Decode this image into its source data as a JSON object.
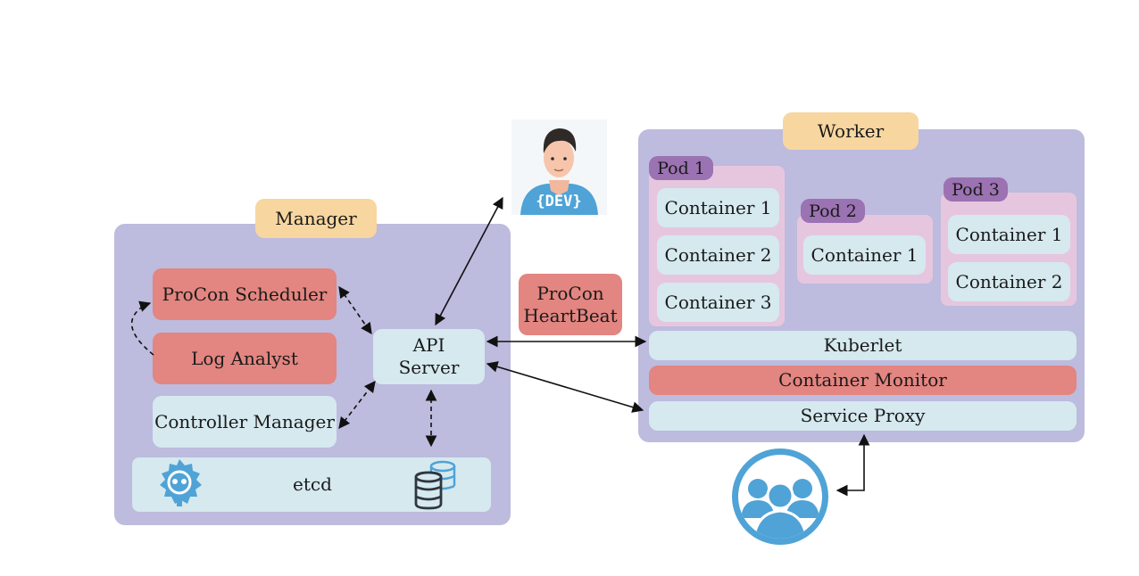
{
  "manager": {
    "label": "Manager",
    "procon_scheduler": "ProCon Scheduler",
    "log_analyst": "Log Analyst",
    "controller_manager": "Controller Manager",
    "api_server": "API\nServer",
    "etcd": "etcd"
  },
  "heartbeat": "ProCon\nHeartBeat",
  "worker": {
    "label": "Worker",
    "pods": [
      {
        "label": "Pod 1",
        "containers": [
          "Container 1",
          "Container 2",
          "Container 3"
        ]
      },
      {
        "label": "Pod 2",
        "containers": [
          "Container 1"
        ]
      },
      {
        "label": "Pod 3",
        "containers": [
          "Container 1",
          "Container 2"
        ]
      }
    ],
    "kuberlet": "Kuberlet",
    "container_monitor": "Container Monitor",
    "service_proxy": "Service Proxy"
  },
  "developer_badge": "{DEV}",
  "colors": {
    "panel": "#bdbbde",
    "tag": "#f8d6a0",
    "red_box": "#e38580",
    "blue_box": "#d5e9ef",
    "pod_bg": "#e6c6df",
    "pod_tag": "#9b72b2",
    "icon_blue": "#4fa3d6"
  }
}
